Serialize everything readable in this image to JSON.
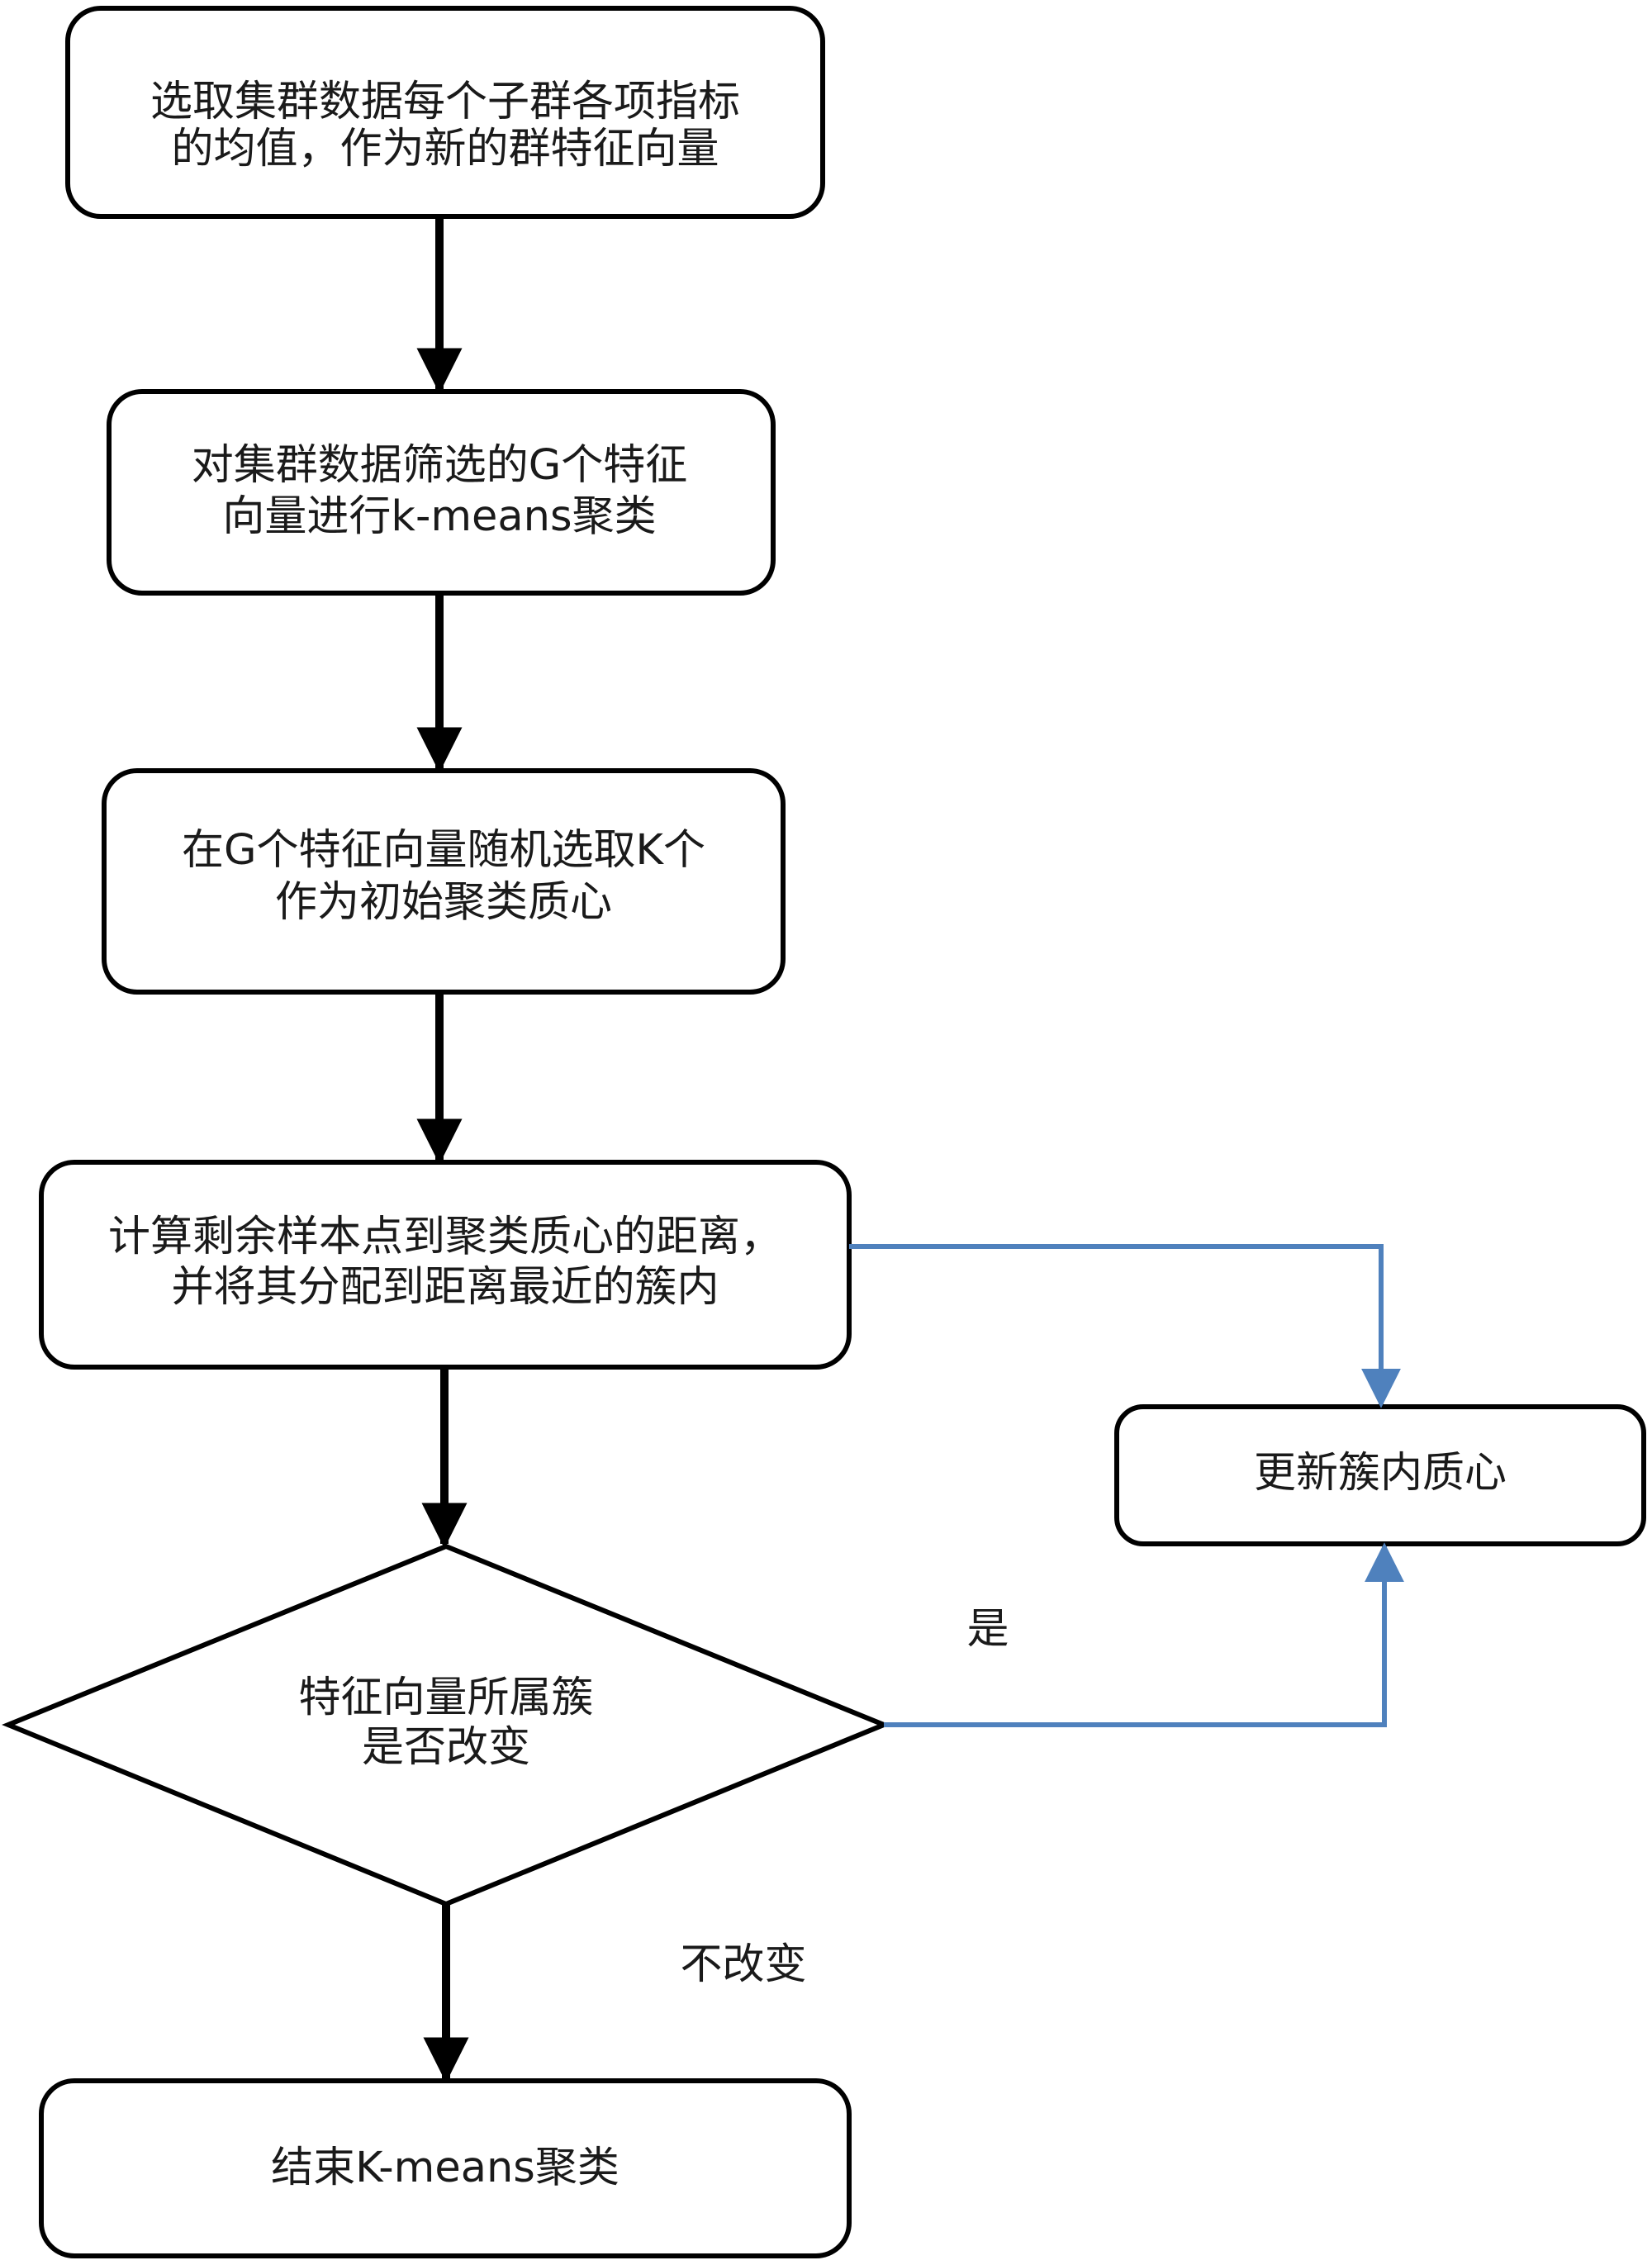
{
  "flowchart": {
    "steps": {
      "step1": {
        "lines": [
          "选取集群数据每个子群各项指标",
          "的均值，作为新的群特征向量"
        ]
      },
      "step2": {
        "lines": [
          "对集群数据筛选的G个特征",
          "向量进行k-means聚类"
        ]
      },
      "step3": {
        "lines": [
          "在G个特征向量随机选取K个",
          "作为初始聚类质心"
        ]
      },
      "step4": {
        "lines": [
          "计算剩余样本点到聚类质心的距离，",
          "并将其分配到距离最近的簇内"
        ]
      },
      "update": {
        "lines": [
          "更新簇内质心"
        ]
      },
      "decision": {
        "lines": [
          "特征向量所属簇",
          "是否改变"
        ]
      },
      "end": {
        "lines": [
          "结束K-means聚类"
        ]
      }
    },
    "edge_labels": {
      "yes": "是",
      "no_change": "不改变"
    },
    "colors": {
      "main_stroke": "#000000",
      "loop_stroke": "#4f81bd",
      "text": "#1a1a1a"
    }
  }
}
